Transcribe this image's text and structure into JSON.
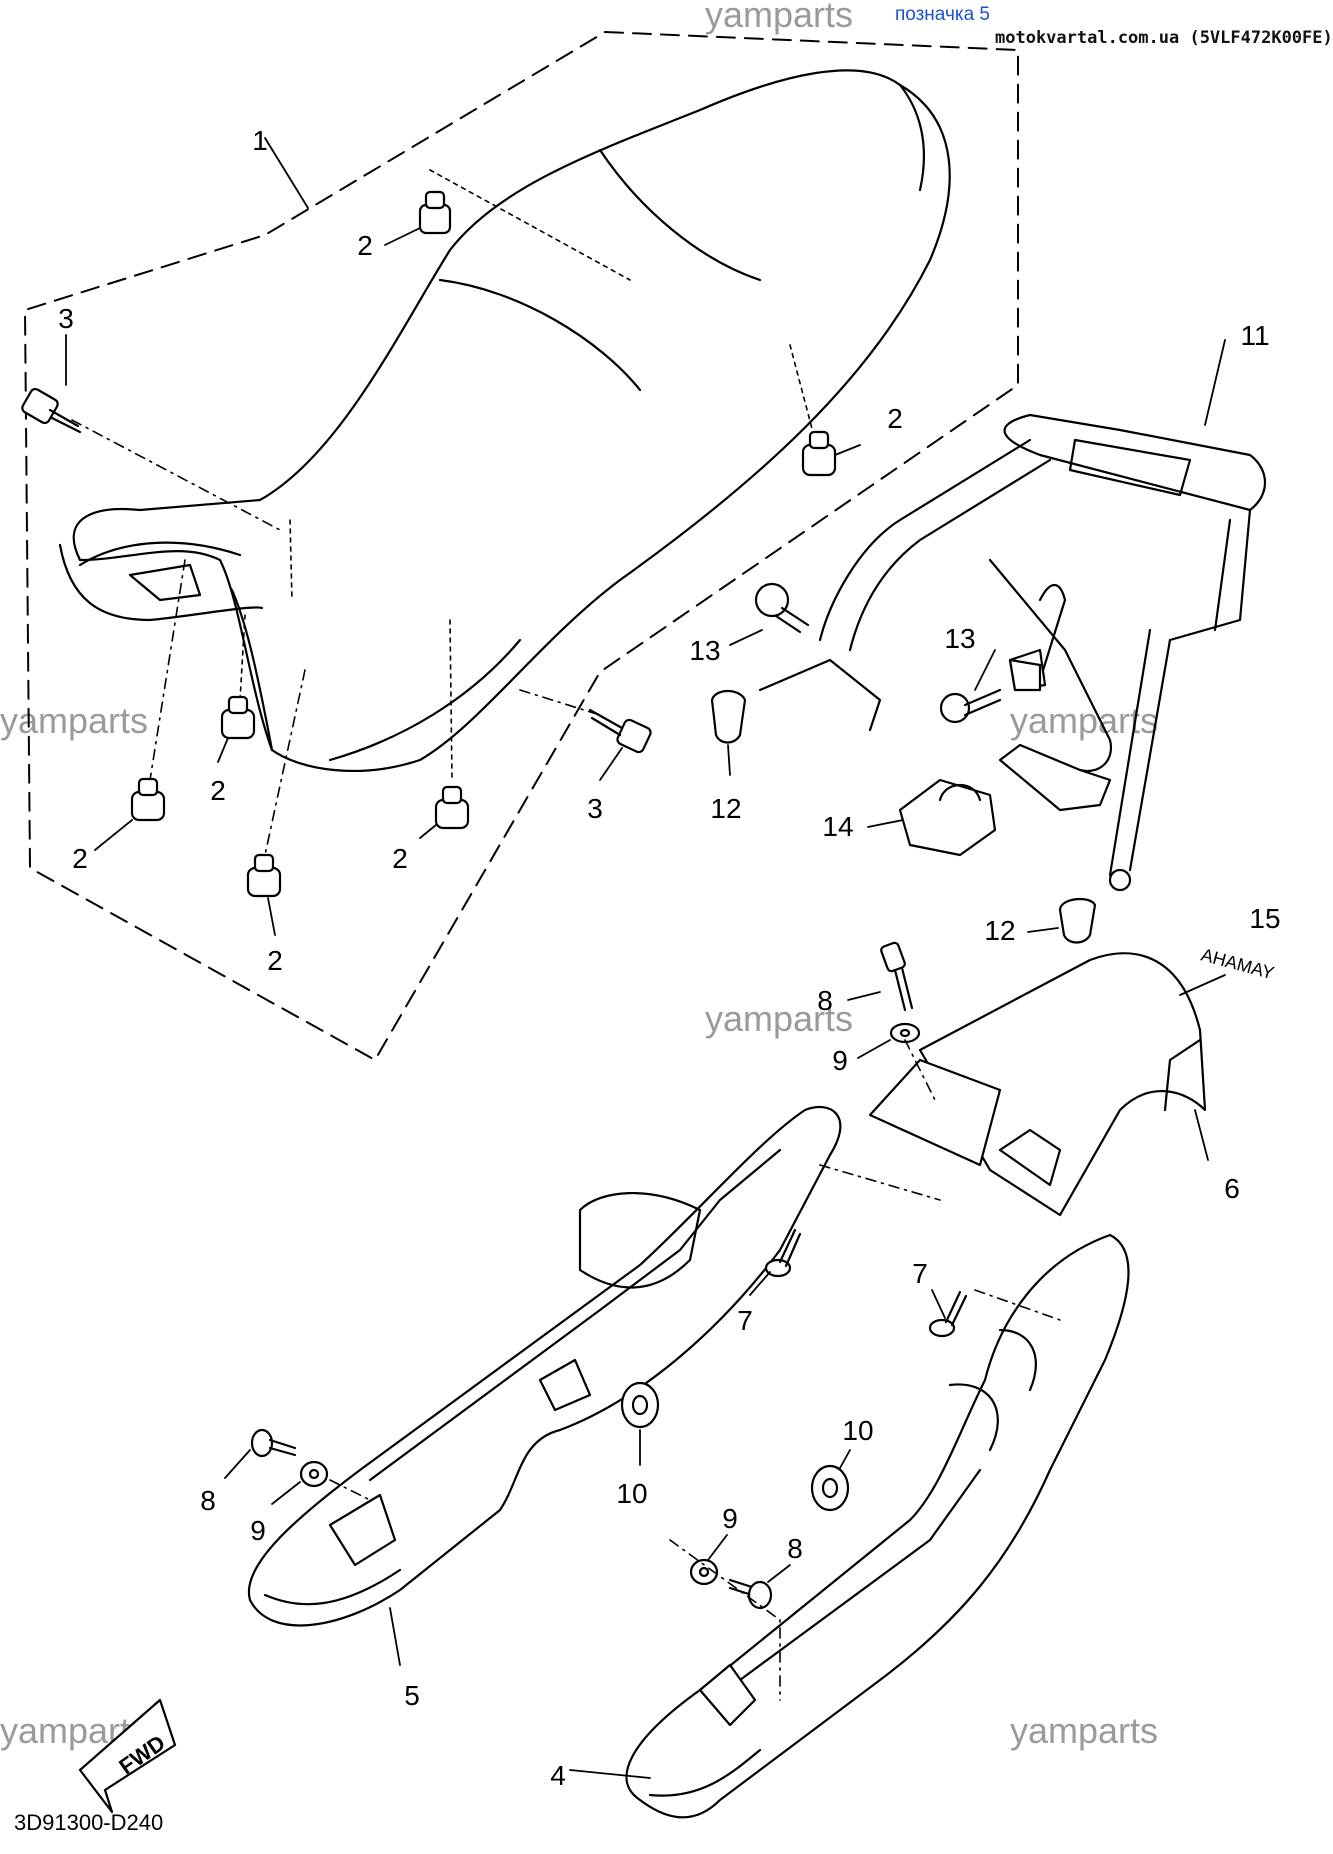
{
  "header": {
    "vehicle_mark": "позначка 5",
    "source": "motokvartal.com.ua (5VLF472K00FE)"
  },
  "watermark": "yamparts",
  "diagram_code": "3D91300-D240",
  "fwd_label": "FWD",
  "embossed_text": "AHAMAY",
  "callouts": [
    {
      "id": "c1",
      "label": "1"
    },
    {
      "id": "c2a",
      "label": "2"
    },
    {
      "id": "c2b",
      "label": "2"
    },
    {
      "id": "c2c",
      "label": "2"
    },
    {
      "id": "c2d",
      "label": "2"
    },
    {
      "id": "c2e",
      "label": "2"
    },
    {
      "id": "c2f",
      "label": "2"
    },
    {
      "id": "c3a",
      "label": "3"
    },
    {
      "id": "c3b",
      "label": "3"
    },
    {
      "id": "c4",
      "label": "4"
    },
    {
      "id": "c5",
      "label": "5"
    },
    {
      "id": "c6",
      "label": "6"
    },
    {
      "id": "c7a",
      "label": "7"
    },
    {
      "id": "c7b",
      "label": "7"
    },
    {
      "id": "c8a",
      "label": "8"
    },
    {
      "id": "c8b",
      "label": "8"
    },
    {
      "id": "c8c",
      "label": "8"
    },
    {
      "id": "c9a",
      "label": "9"
    },
    {
      "id": "c9b",
      "label": "9"
    },
    {
      "id": "c9c",
      "label": "9"
    },
    {
      "id": "c10a",
      "label": "10"
    },
    {
      "id": "c10b",
      "label": "10"
    },
    {
      "id": "c11",
      "label": "11"
    },
    {
      "id": "c12a",
      "label": "12"
    },
    {
      "id": "c12b",
      "label": "12"
    },
    {
      "id": "c13a",
      "label": "13"
    },
    {
      "id": "c13b",
      "label": "13"
    },
    {
      "id": "c14",
      "label": "14"
    },
    {
      "id": "c15",
      "label": "15"
    }
  ]
}
